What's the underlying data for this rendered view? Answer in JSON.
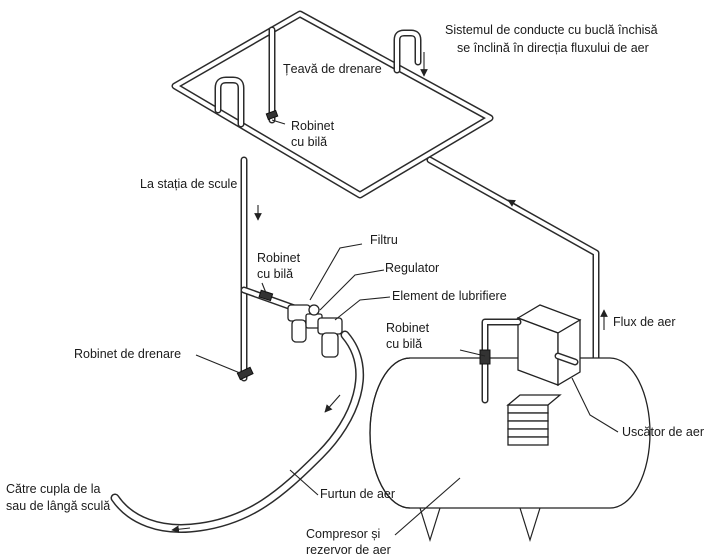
{
  "labels": {
    "system_line1": "Sistemul de conducte cu buclă închisă",
    "system_line2": "se înclină în direcția fluxului de aer",
    "drain_pipe": "Țeavă de drenare",
    "ball_valve_top_1": "Robinet",
    "ball_valve_top_2": "cu bilă",
    "tool_station": "La stația de scule",
    "filter": "Filtru",
    "ball_valve_mid_1": "Robinet",
    "ball_valve_mid_2": "cu bilă",
    "regulator": "Regulator",
    "lubricator": "Element de lubrifiere",
    "air_flow": "Flux de aer",
    "ball_valve_right_1": "Robinet",
    "ball_valve_right_2": "cu bilă",
    "drain_valve": "Robinet de drenare",
    "air_dryer": "Uscător de aer",
    "to_coupling_1": "Către cupla de la",
    "to_coupling_2": "sau de lângă sculă",
    "air_hose": "Furtun de aer",
    "compressor_1": "Compresor și",
    "compressor_2": "rezervor de aer"
  }
}
